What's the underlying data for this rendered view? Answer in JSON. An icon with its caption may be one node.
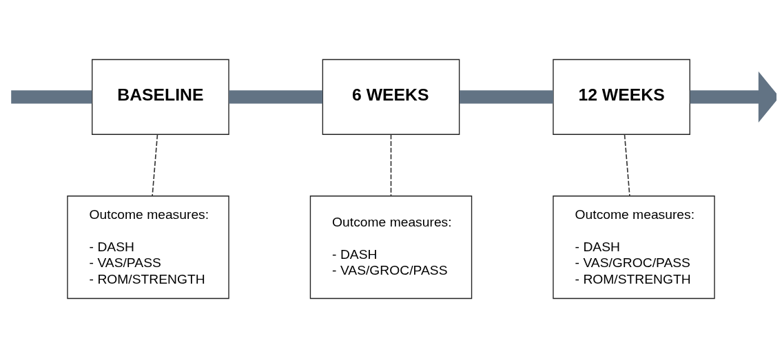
{
  "diagram": {
    "nodes": [
      {
        "text": [
          "BASELINE"
        ]
      },
      {
        "text": [
          "6 WEEKS"
        ]
      },
      {
        "text": [
          "12 WEEKS"
        ]
      },
      {
        "text": [
          "Outcome measures:",
          "- DASH",
          "- VAS/PASS",
          "- ROM/STRENGTH"
        ]
      },
      {
        "text": [
          "Outcome measures:",
          "- DASH",
          "- VAS/GROC/PASS"
        ]
      },
      {
        "text": [
          "Outcome measures:",
          "- DASH",
          "- VAS/GROC/PASS",
          "- ROM/STRENGTH"
        ]
      }
    ],
    "edges": [
      {
        "from": null,
        "to": 0,
        "arrow": "none"
      },
      {
        "from": 0,
        "to": 1,
        "arrow": "none"
      },
      {
        "from": 1,
        "to": 2,
        "arrow": "none"
      },
      {
        "from": 2,
        "to": null,
        "arrow": "to"
      },
      {
        "from": 0,
        "to": 3,
        "arrow": "none",
        "style": "dashed",
        "color": "#333333"
      },
      {
        "from": 1,
        "to": 4,
        "arrow": "none",
        "style": "dashed",
        "color": "#333333"
      },
      {
        "from": 2,
        "to": 5,
        "arrow": "none",
        "style": "dashed",
        "color": "#333333"
      }
    ]
  }
}
